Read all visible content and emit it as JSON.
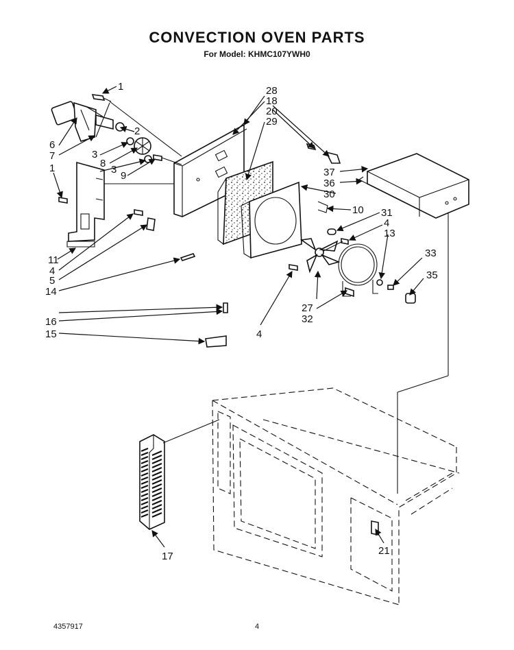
{
  "header": {
    "title": "CONVECTION OVEN PARTS",
    "subtitle": "For Model: KHMC107YWH0"
  },
  "footer": {
    "doc_number": "4357917",
    "page_number": "4"
  },
  "callouts": [
    "1",
    "28",
    "18",
    "20",
    "29",
    "2",
    "6",
    "7",
    "3",
    "8",
    "3",
    "9",
    "1",
    "37",
    "36",
    "30",
    "10",
    "31",
    "4",
    "13",
    "11",
    "4",
    "5",
    "14",
    "16",
    "15",
    "33",
    "35",
    "27",
    "32",
    "4",
    "17",
    "21"
  ]
}
